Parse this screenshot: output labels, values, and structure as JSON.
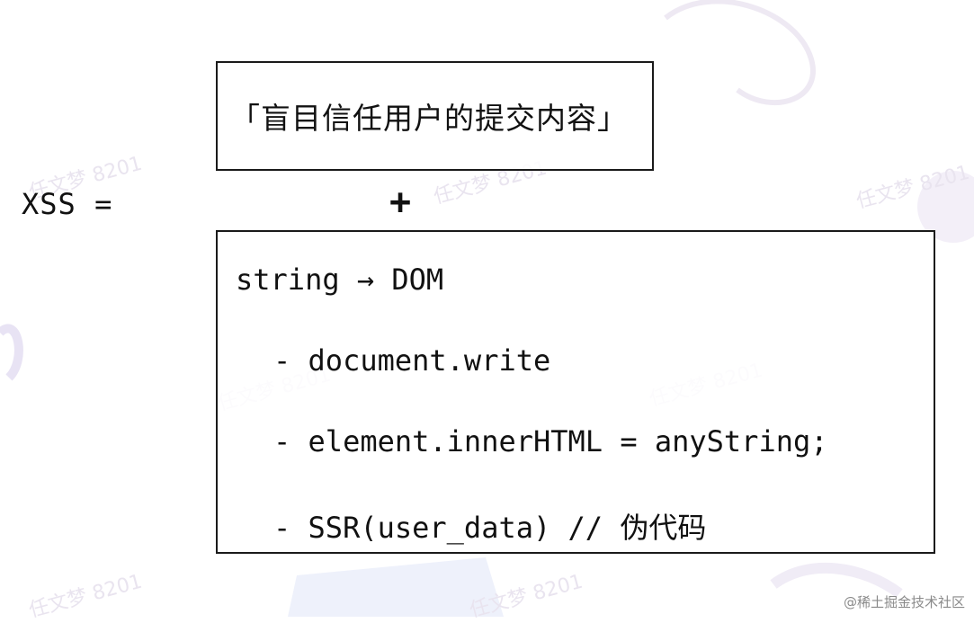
{
  "left_label": "XSS =",
  "top_box_text": "「盲目信任用户的提交内容」",
  "plus_sign": "+",
  "bottom_box": {
    "lines": [
      "string → DOM",
      "- document.write",
      "- element.innerHTML = anyString;",
      "- SSR(user_data) // 伪代码"
    ]
  },
  "watermark_text": "任文梦 8201",
  "credit": "@稀土掘金技术社区"
}
